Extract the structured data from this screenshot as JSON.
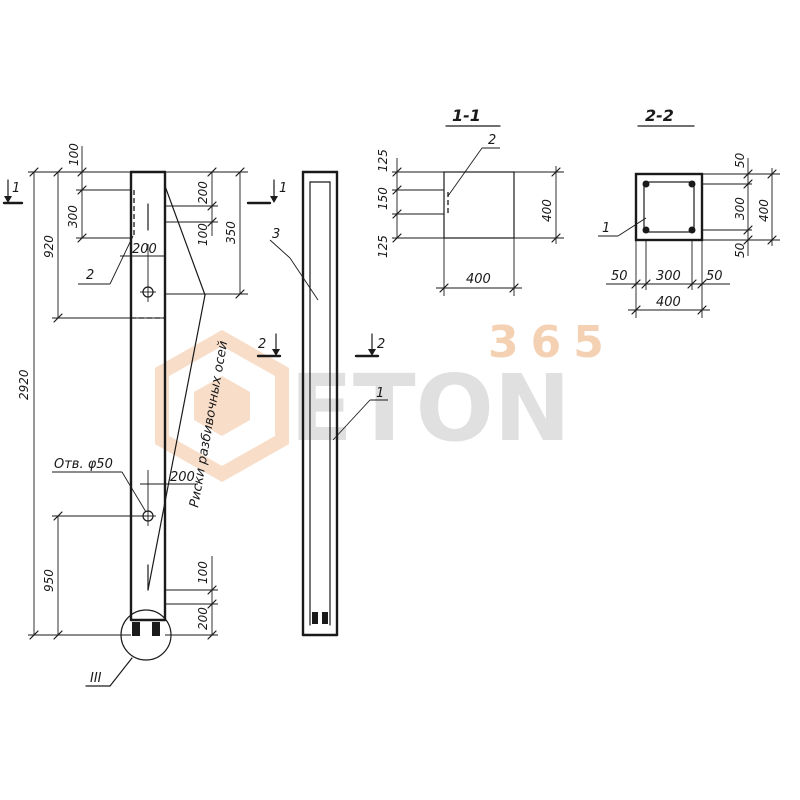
{
  "drawing": {
    "sections": {
      "section_1": "1-1",
      "section_2": "2-2"
    },
    "elevation_dims": {
      "d100_top": "100",
      "d300_left": "300",
      "d920": "920",
      "d2920": "2920",
      "d950": "950",
      "d200_r_top": "200",
      "d100_r": "100",
      "d350": "350",
      "d200_hole_top": "200",
      "d200_hole_bottom": "200",
      "d100_bottom": "100",
      "d200_bottom": "200"
    },
    "notes": {
      "hole": "Отв. φ50",
      "axes": "Риски разбивочных осей",
      "node": "III"
    },
    "markers": {
      "cut1_left": "1",
      "cut1_right": "1",
      "cut2_left": "2",
      "cut2_right": "2",
      "pos2_elev": "2",
      "pos3": "3",
      "pos1_side": "1",
      "pos2_sec": "2",
      "pos1_sec": "1"
    },
    "section1_dims": {
      "d125_top": "125",
      "d150": "150",
      "d125_bottom": "125",
      "d400_height": "400",
      "d400_width": "400"
    },
    "section2_dims": {
      "d50_top": "50",
      "d300_height": "300",
      "d50_bottom": "50",
      "d400_height": "400",
      "d50_left": "50",
      "d300_width": "300",
      "d50_right": "50",
      "d400_width": "400"
    }
  },
  "watermark": {
    "number": "365",
    "brand": "ETON",
    "color_number": "#f4c9a8",
    "color_brand": "#dcdcdc",
    "color_logo": "#f6d2b5"
  }
}
